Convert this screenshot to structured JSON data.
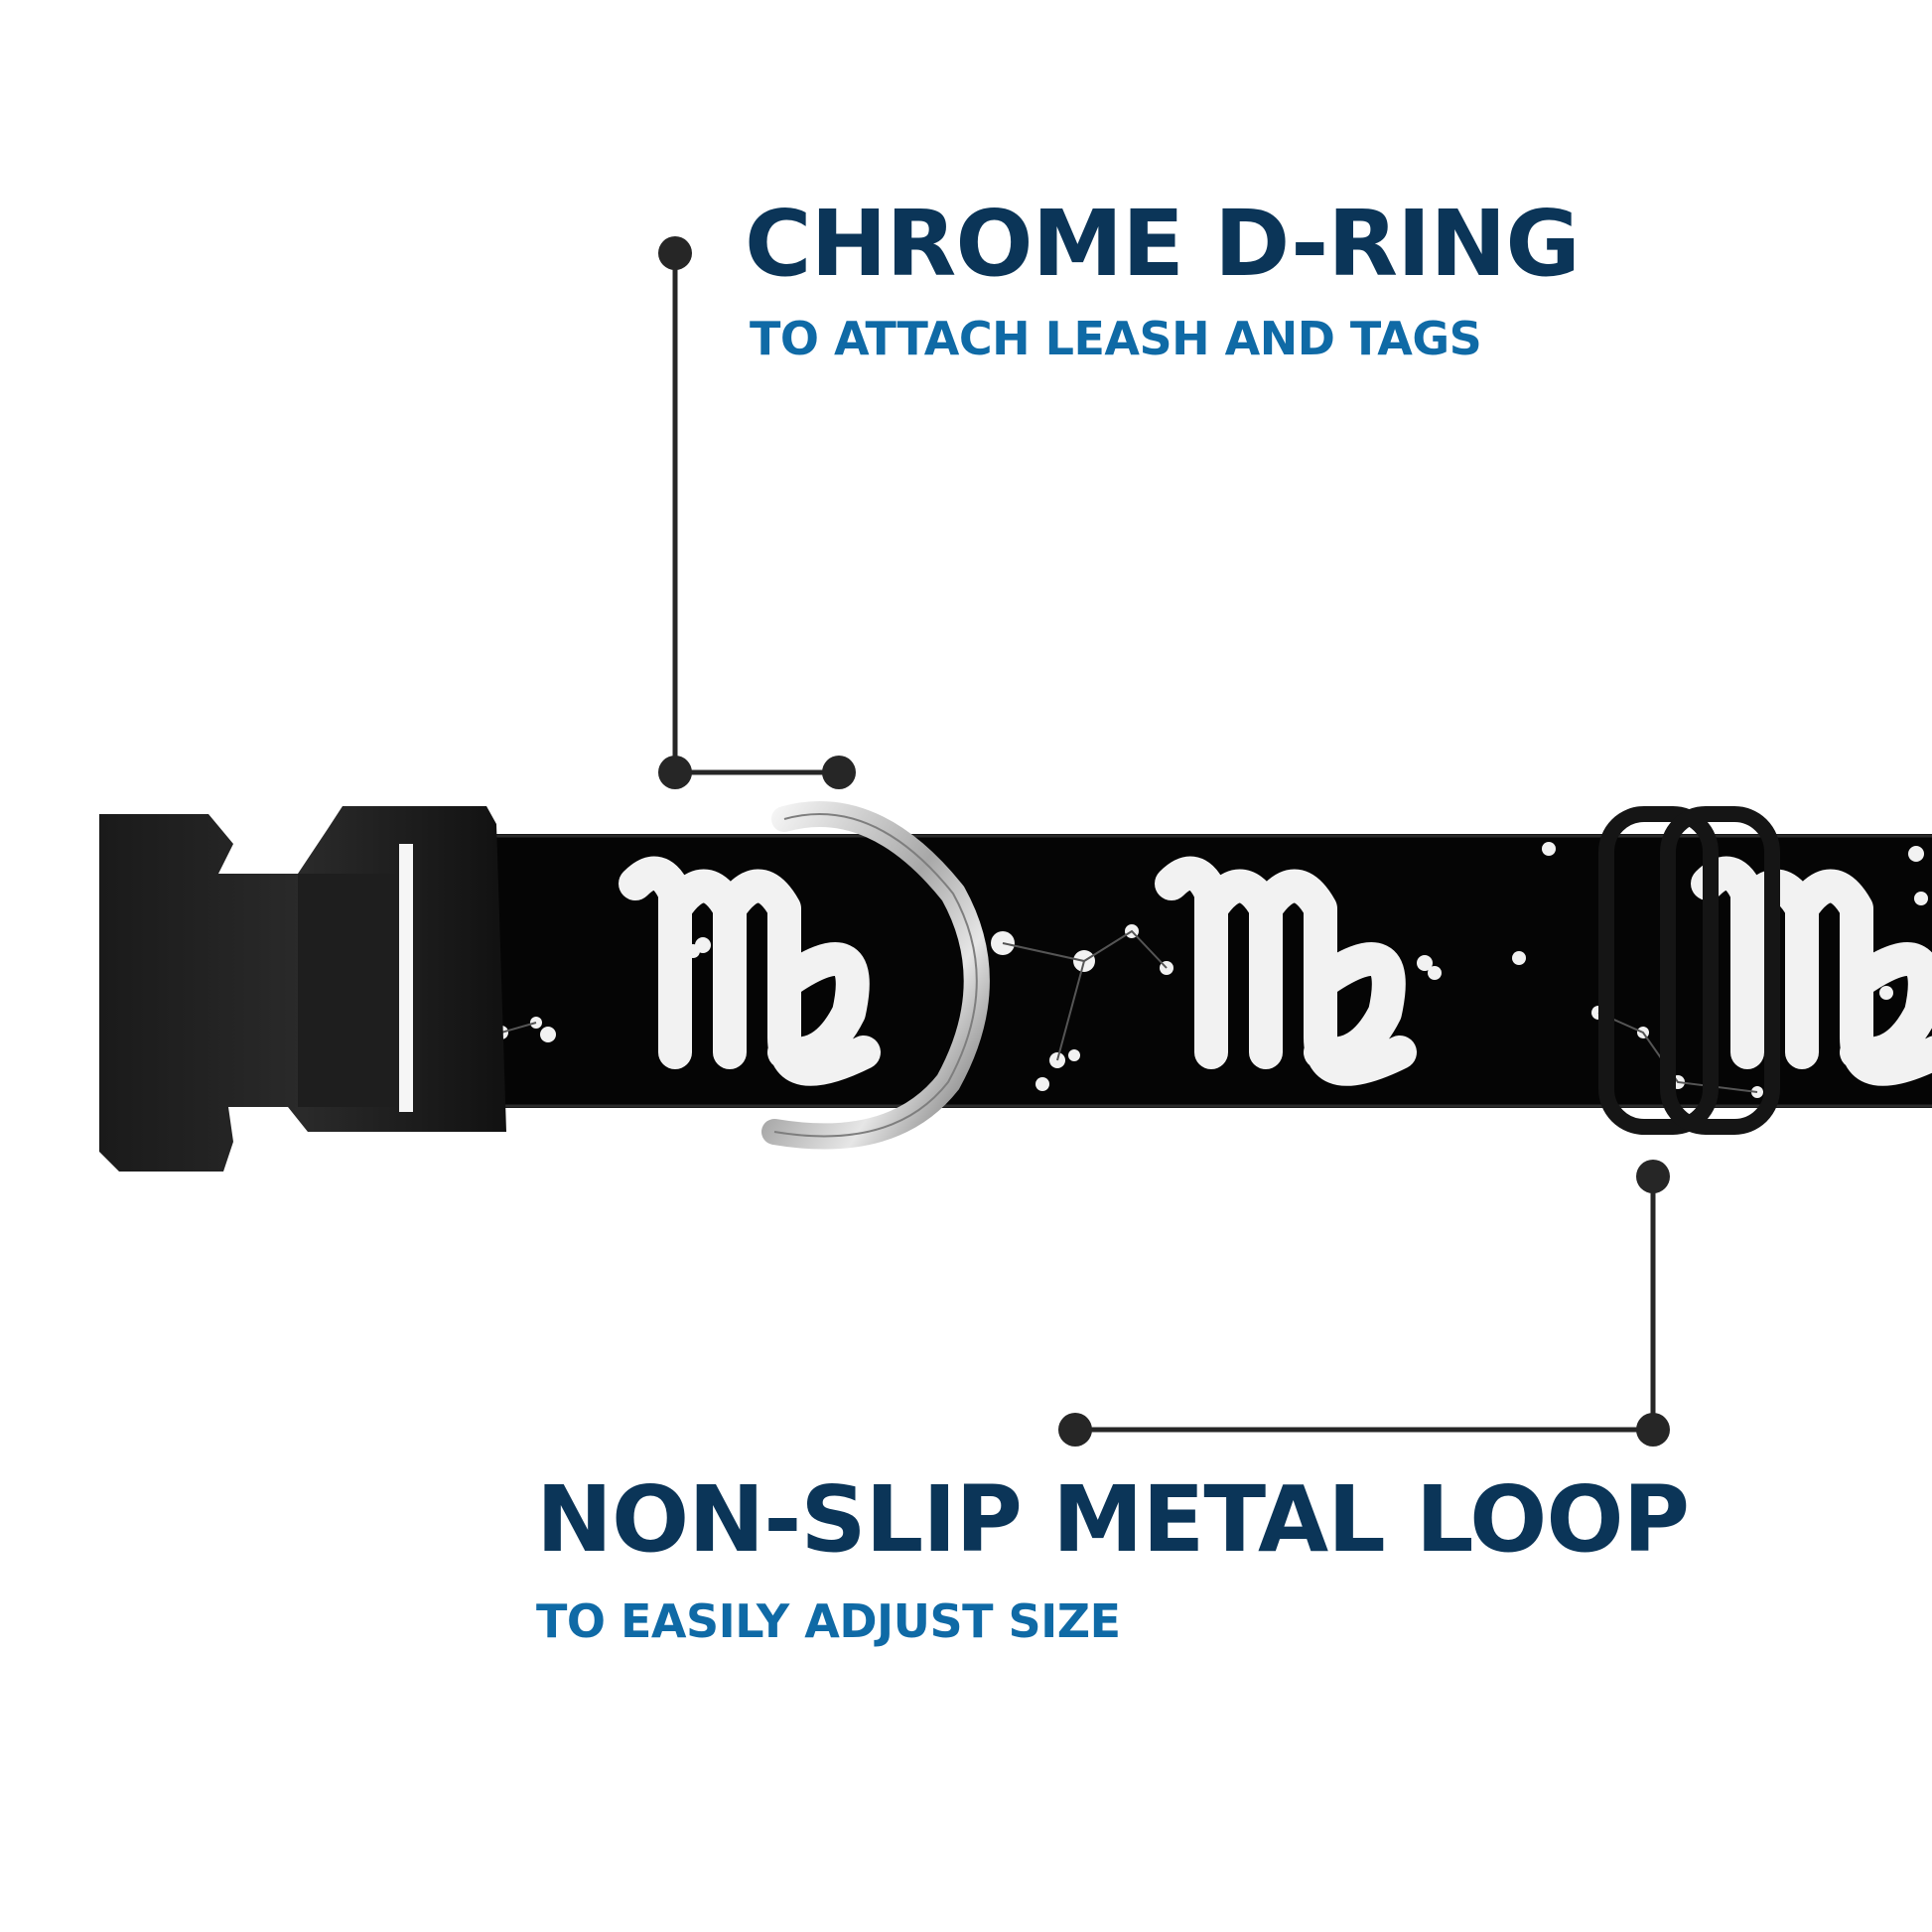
{
  "features": {
    "d_ring": {
      "title": "CHROME D-RING",
      "subtitle": "TO ATTACH LEASH AND TAGS"
    },
    "metal_loop": {
      "title": "NON-SLIP METAL LOOP",
      "subtitle": "TO EASILY ADJUST SIZE"
    }
  },
  "colors": {
    "title": "#0b3558",
    "subtitle": "#0f6aa6",
    "callout": "#262626",
    "collar": "#050505",
    "print": "#f2f2f2"
  },
  "product_icons": [
    "buckle-icon",
    "d-ring-icon",
    "slide-loop-icon",
    "virgo-symbol-icon"
  ]
}
